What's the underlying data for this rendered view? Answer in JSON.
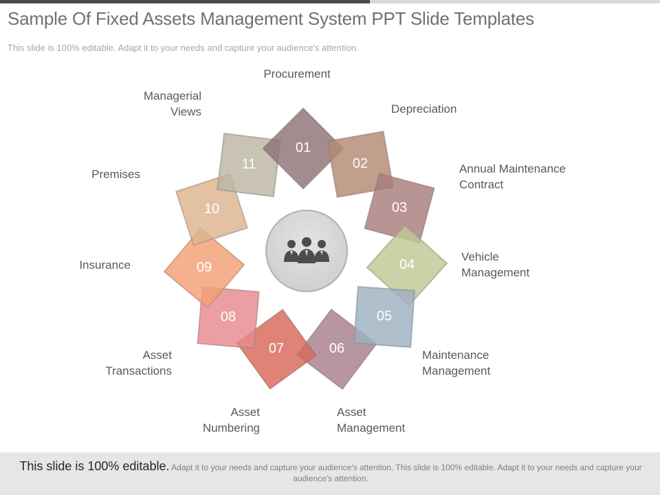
{
  "title": "Sample Of Fixed Assets Management System PPT Slide Templates",
  "subtitle": "This slide is 100% editable. Adapt it to your needs and capture your audience's attention.",
  "hub": {
    "icon": "people-group-icon"
  },
  "items": [
    {
      "num": "01",
      "lines": [
        "Procurement"
      ],
      "color": "#8e7478"
    },
    {
      "num": "02",
      "lines": [
        "Depreciation"
      ],
      "color": "#b58a73"
    },
    {
      "num": "03",
      "lines": [
        "Annual Maintenance",
        "Contract"
      ],
      "color": "#a97e7d"
    },
    {
      "num": "04",
      "lines": [
        "Vehicle",
        "Management"
      ],
      "color": "#c1c994"
    },
    {
      "num": "05",
      "lines": [
        "Maintenance",
        "Management"
      ],
      "color": "#9fb1c1"
    },
    {
      "num": "06",
      "lines": [
        "Asset",
        "Management"
      ],
      "color": "#a97f8c"
    },
    {
      "num": "07",
      "lines": [
        "Asset",
        "Numbering"
      ],
      "color": "#d9695a"
    },
    {
      "num": "08",
      "lines": [
        "Asset",
        "Transactions"
      ],
      "color": "#e88a8f"
    },
    {
      "num": "09",
      "lines": [
        "Insurance"
      ],
      "color": "#f4a075"
    },
    {
      "num": "10",
      "lines": [
        "Premises"
      ],
      "color": "#ddb590"
    },
    {
      "num": "11",
      "lines": [
        "Managerial",
        "Views"
      ],
      "color": "#bcb7a3"
    }
  ],
  "footer": {
    "lead": "This slide is 100% editable.",
    "text": "Adapt it to your needs and capture your audience's attention. This slide is 100% editable. Adapt it to your needs and capture your audience's attention."
  }
}
